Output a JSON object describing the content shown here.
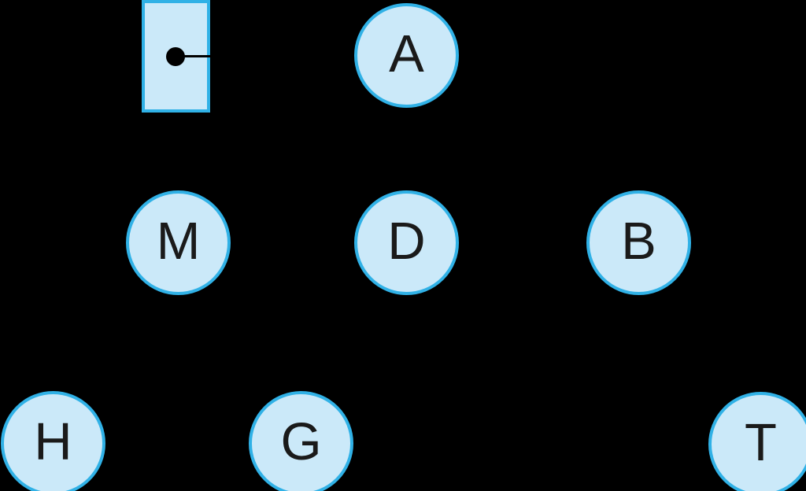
{
  "canvas": {
    "background": "#000000"
  },
  "pointer_box": {
    "description": "rectangle containing a filled dot with a line to its right edge",
    "symbol": "dot-with-right-line"
  },
  "nodes": [
    {
      "label": "A"
    },
    {
      "label": "M"
    },
    {
      "label": "D"
    },
    {
      "label": "B"
    },
    {
      "label": "H"
    },
    {
      "label": "G"
    },
    {
      "label": "T"
    }
  ],
  "colors": {
    "background": "#000000",
    "node_fill": "#cbe9f9",
    "node_stroke": "#30b1e6",
    "label_text": "#1a1a1a",
    "pointer_dot": "#000000",
    "pointer_line": "#000000"
  }
}
